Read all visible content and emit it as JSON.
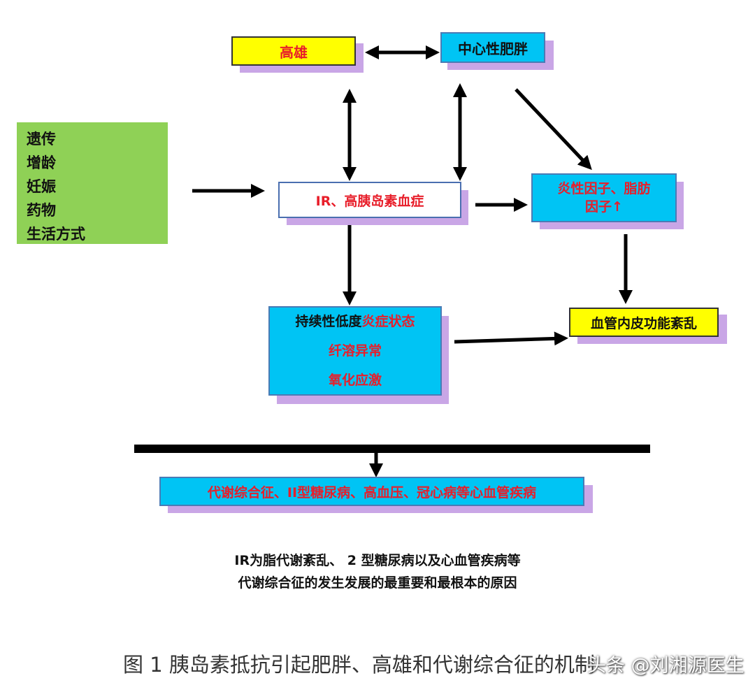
{
  "nodes": {
    "gaoxiong": "高雄",
    "central_obesity": "中心性肥胖",
    "ir": "IR、高胰岛素血症",
    "inflammatory": {
      "line1": "炎性因子、脂肪",
      "line2": "因子↑"
    },
    "vascular": "血管内皮功能紊乱",
    "chronic": {
      "line1_a": "持续性低度",
      "line1_b": "炎症状态",
      "line2": "纤溶异常",
      "line3": "氧化应激"
    },
    "metabolic": "代谢综合征、II型糖尿病、高血压、冠心病等心血管疾病"
  },
  "factors": [
    "遗传",
    "增龄",
    "妊娠",
    "药物",
    "生活方式"
  ],
  "note": {
    "line1": "IR为脂代谢紊乱、 2 型糖尿病以及心血管疾病等",
    "line2": "代谢综合征的发生发展的最重要和最根本的原因"
  },
  "caption": "图 1  胰岛素抵抗引起肥胖、高雄和代谢综合征的机制",
  "watermark": "头条 @刘湘源医生",
  "colors": {
    "yellow": "#ffff00",
    "cyan": "#00c4f4",
    "green": "#8fd156",
    "red": "#e81e2a",
    "shadow": "#c9a6e6"
  }
}
